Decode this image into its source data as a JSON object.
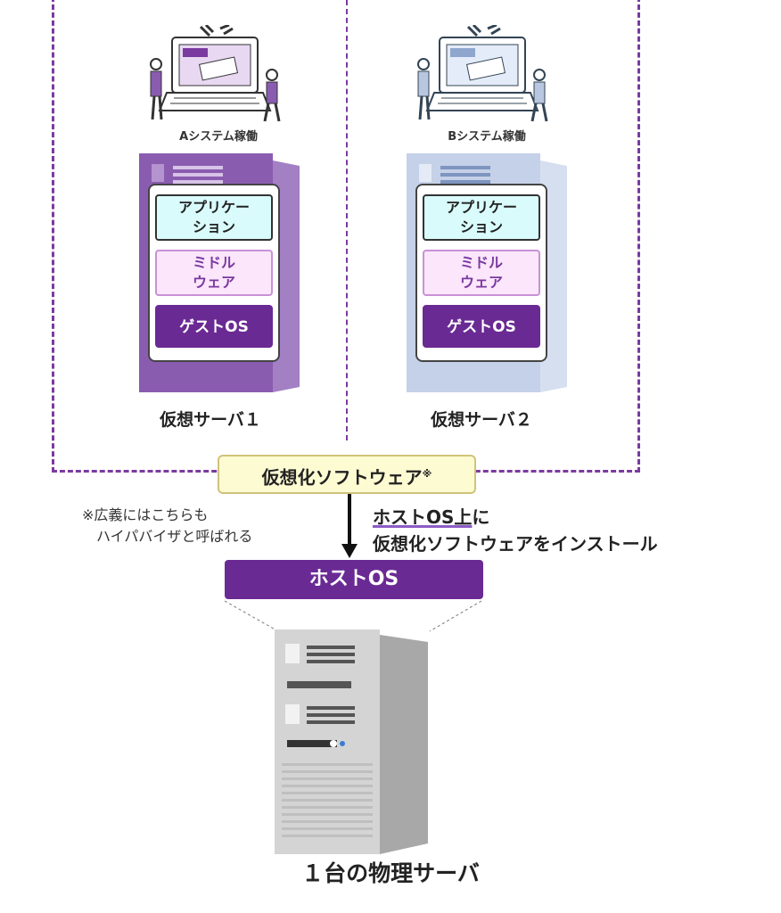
{
  "servers": [
    {
      "system_label": "Aシステム稼働",
      "name": "仮想サーバ１",
      "layers": {
        "application": "アプリケー\nション",
        "middleware": "ミドル\nウェア",
        "guest_os": "ゲストOS"
      },
      "tint": "#8a5cb0"
    },
    {
      "system_label": "Bシステム稼働",
      "name": "仮想サーバ２",
      "layers": {
        "application": "アプリケー\nション",
        "middleware": "ミドル\nウェア",
        "guest_os": "ゲストOS"
      },
      "tint": "#b8c6e0"
    }
  ],
  "virtualization_software": {
    "label": "仮想化ソフトウェア",
    "mark": "※"
  },
  "footnote": "※広義にはこちらも\n　ハイパバイザと呼ばれる",
  "install_note": {
    "line1_highlight": "ホストOS上",
    "line1_rest": "に",
    "line2": "仮想化ソフトウェアをインストール"
  },
  "host_os": "ホストOS",
  "physical_server": "１台の物理サーバ",
  "colors": {
    "accent_purple": "#6a2a93",
    "dashed_border": "#7a3aa0",
    "software_box": "#fdfbd2"
  }
}
